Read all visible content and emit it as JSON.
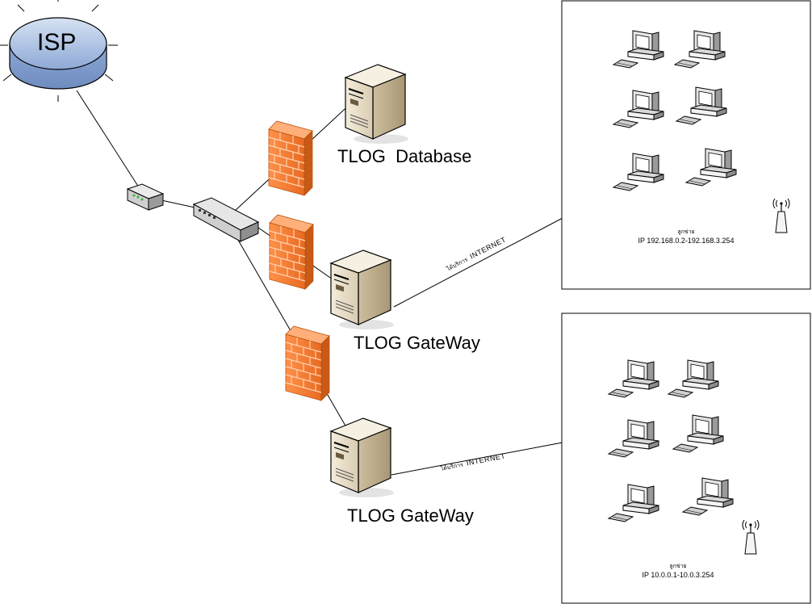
{
  "isp": {
    "label": "ISP"
  },
  "servers": {
    "database": {
      "label": "TLOG  Database"
    },
    "gateway_1": {
      "label": "TLOG GateWay"
    },
    "gateway_2": {
      "label": "TLOG GateWay"
    }
  },
  "links": {
    "gateway_1_link": {
      "thai": "ได้บริการ",
      "label": "INTERNET"
    },
    "gateway_2_link": {
      "thai": "ได้บริการ",
      "label": "INTERNET"
    }
  },
  "networks": {
    "network_1": {
      "caption": "ลูกข่าย",
      "ip_range": "IP 192.168.0.2-192.168.3.254"
    },
    "network_2": {
      "caption": "ลูกข่าย",
      "ip_range": "IP 10.0.0.1-10.0.3.254"
    }
  },
  "colors": {
    "firewall": "#f07a2e",
    "firewall_dark": "#c85a18",
    "server_body": "#e8dcc4",
    "server_side": "#c8b896",
    "isp_fill": "#a6bde0",
    "line": "#000000"
  },
  "icons": [
    "globe-cylinder-icon",
    "modem-icon",
    "switch-icon",
    "firewall-icon",
    "server-icon",
    "workstation-icon",
    "wireless-antenna-icon"
  ]
}
